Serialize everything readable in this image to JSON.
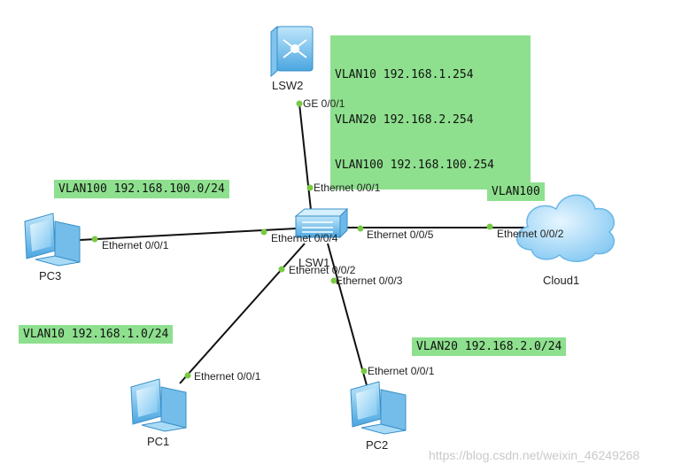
{
  "devices": {
    "lsw2": "LSW2",
    "lsw1": "LSW1",
    "pc1": "PC1",
    "pc2": "PC2",
    "pc3": "PC3",
    "cloud1": "Cloud1"
  },
  "notes": {
    "lsw2_vlanif": [
      "VLAN10 192.168.1.254",
      "VLAN20 192.168.2.254",
      "VLAN100 192.168.100.254"
    ],
    "pc3_net": "VLAN100 192.168.100.0/24",
    "pc1_net": "VLAN10 192.168.1.0/24",
    "pc2_net": "VLAN20 192.168.2.0/24",
    "cloud_net": "VLAN100"
  },
  "ports": {
    "lsw2_ge": "GE 0/0/1",
    "lsw1_e1": "Ethernet 0/0/1",
    "lsw1_e4": "Ethernet 0/0/4",
    "lsw1_e5": "Ethernet 0/0/5",
    "lsw1_e2": "Ethernet 0/0/2",
    "lsw1_e3": "Ethernet 0/0/3",
    "pc3_e1": "Ethernet 0/0/1",
    "pc1_e1": "Ethernet 0/0/1",
    "pc2_e1": "Ethernet 0/0/1",
    "cloud_e2": "Ethernet 0/0/2"
  },
  "watermark": "https://blog.csdn.net/weixin_46249268",
  "colors": {
    "note_bg": "#8ee08e",
    "port_dot": "#7ac943",
    "device_blue": "#5aaee6",
    "cloud_blue": "#8fd0f5"
  }
}
